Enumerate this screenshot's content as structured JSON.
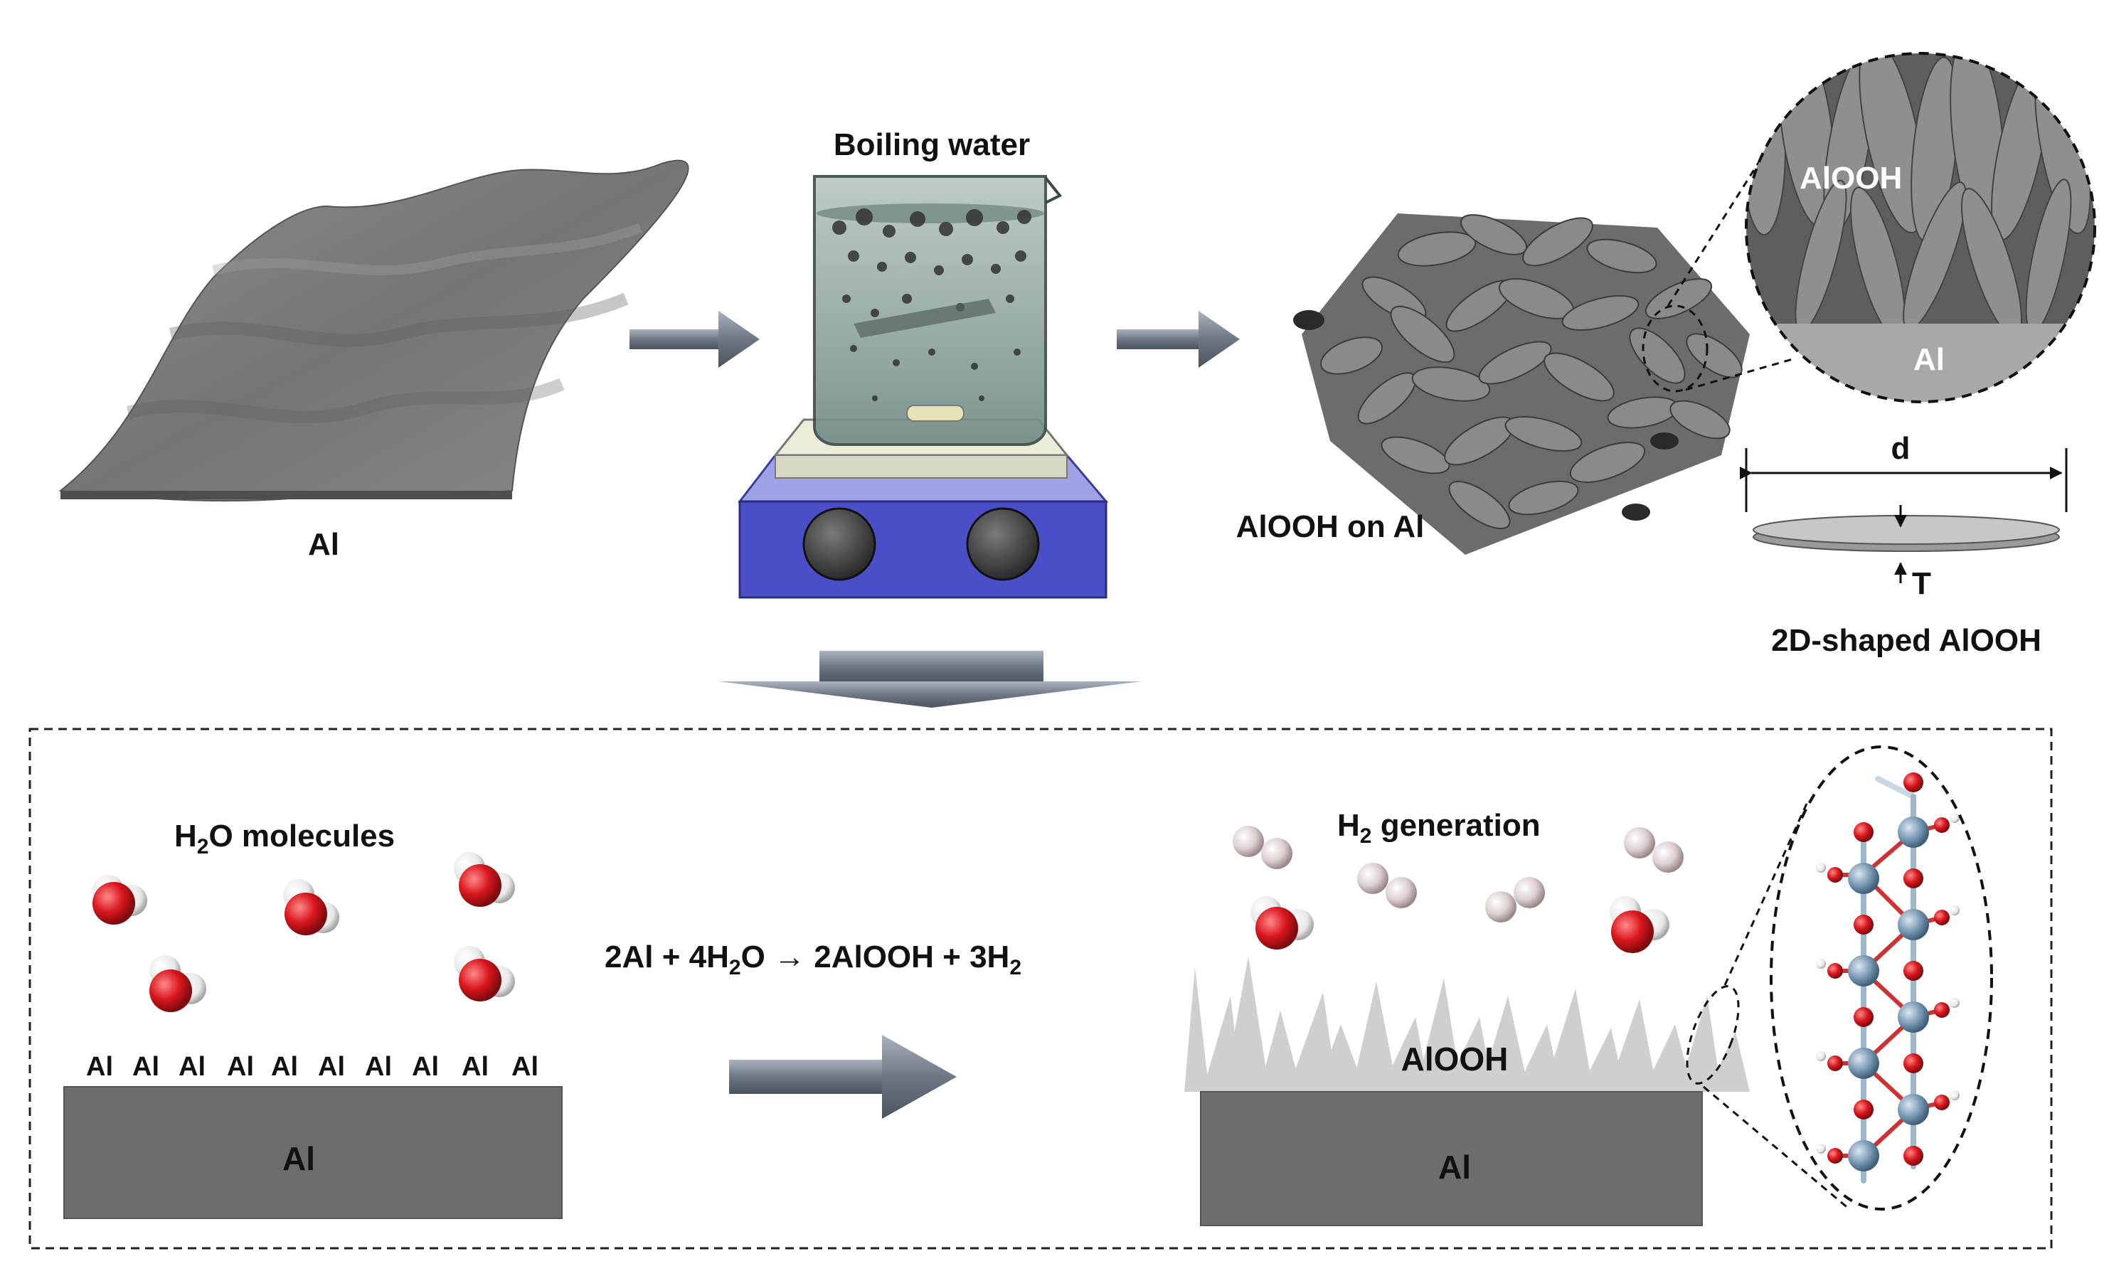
{
  "top": {
    "al_label": "Al",
    "beaker_label": "Boiling water",
    "product_label": "AlOOH  on Al",
    "zoom_top_label": "AlOOH",
    "zoom_bottom_label": "Al",
    "platelet_d": "d",
    "platelet_t": "T",
    "platelet_caption": "2D-shaped AlOOH"
  },
  "bottom": {
    "h2o_label_main": "H",
    "h2o_label_sub": "2",
    "h2o_label_rest": "O molecules",
    "surface_atoms": [
      "Al",
      "Al",
      "Al",
      "Al",
      "Al",
      "Al",
      "Al",
      "Al",
      "Al",
      "Al"
    ],
    "left_block_label": "Al",
    "eq_1": "2Al + 4H",
    "eq_sub1": "2",
    "eq_2": "O → 2AlOOH + 3H",
    "eq_sub2": "2",
    "h2_label_main": "H",
    "h2_label_sub": "2",
    "h2_label_rest": " generation",
    "aloo_label": "AlOOH",
    "right_block_label": "Al"
  },
  "colors": {
    "arrow_gray": "#6f7784",
    "al_gray": "#6d6d6d",
    "oxygen_red": "#d9171e",
    "hydrogen_white": "#f2f2f2",
    "aluminum_blue": "#7f9eb8",
    "hotplate_blue": "#4a4fc7",
    "h2_pink": "#d8c9c9"
  }
}
